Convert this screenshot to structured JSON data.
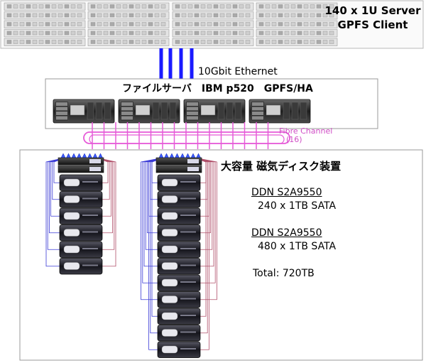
{
  "cluster": {
    "title_line1": "140 x 1U Server",
    "title_line2": "GPFS Client"
  },
  "network": {
    "ethernet_label": "10Gbit  Ethernet",
    "fibre_label_line1": "Fibre Channel",
    "fibre_label_line2": "(16)"
  },
  "fileserver": {
    "title": "ファイルサーバ　IBM p520　GPFS/HA"
  },
  "storage": {
    "title": "大容量 磁気ディスク装置",
    "system1_name": "DDN  S2A9550",
    "system1_capacity": "240 x 1TB SATA",
    "system2_name": "DDN  S2A9550",
    "system2_capacity": "480 x 1TB SATA",
    "total": "Total: 720TB"
  },
  "colors": {
    "ethernet": "#1a1aff",
    "fibre": "#e65ad8",
    "fibre_label": "#d04ec6",
    "cable_blue": "#3a3ad6",
    "cable_red": "#b0506a",
    "box_border": "#999999"
  }
}
